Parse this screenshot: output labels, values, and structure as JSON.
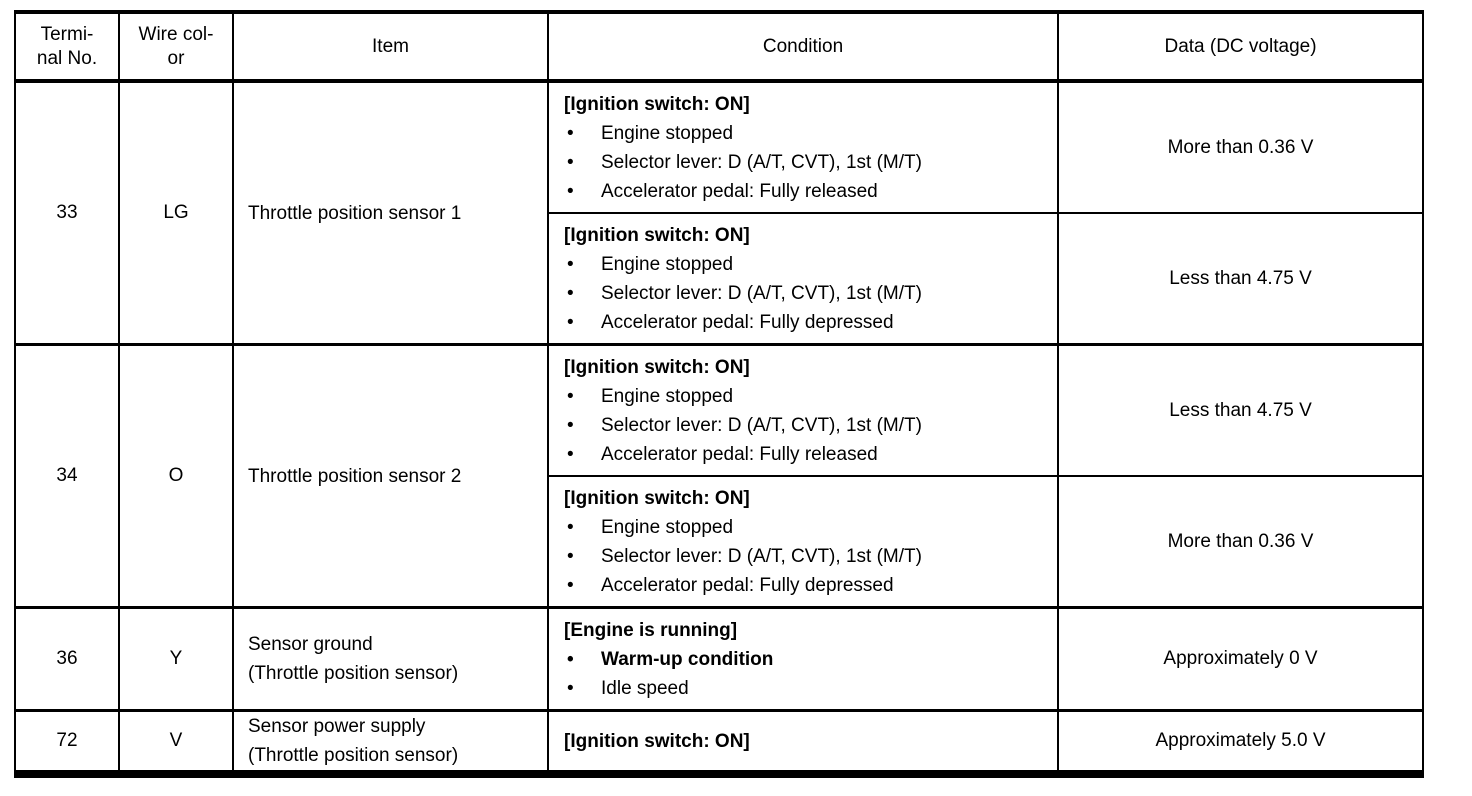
{
  "ui": {
    "bullet": "•"
  },
  "table": {
    "headers": [
      "Termi-\nnal No.",
      "Wire col-\nor",
      "Item",
      "Condition",
      "Data (DC voltage)"
    ],
    "rows": [
      {
        "terminal": "33",
        "wire": "LG",
        "item": "Throttle position sensor 1",
        "conditions": [
          {
            "state": "[Ignition switch: ON]",
            "bullets": [
              "Engine stopped",
              "Selector lever: D (A/T, CVT), 1st (M/T)",
              "Accelerator pedal: Fully released"
            ],
            "data": "More than 0.36 V"
          },
          {
            "state": "[Ignition switch: ON]",
            "bullets": [
              "Engine stopped",
              "Selector lever: D (A/T, CVT), 1st (M/T)",
              "Accelerator pedal: Fully depressed"
            ],
            "data": "Less than 4.75 V"
          }
        ]
      },
      {
        "terminal": "34",
        "wire": "O",
        "item": "Throttle position sensor 2",
        "conditions": [
          {
            "state": "[Ignition switch: ON]",
            "bullets": [
              "Engine stopped",
              "Selector lever: D (A/T, CVT), 1st (M/T)",
              "Accelerator pedal: Fully released"
            ],
            "data": "Less than 4.75 V"
          },
          {
            "state": "[Ignition switch: ON]",
            "bullets": [
              "Engine stopped",
              "Selector lever: D (A/T, CVT), 1st (M/T)",
              "Accelerator pedal: Fully depressed"
            ],
            "data": "More than 0.36 V"
          }
        ]
      },
      {
        "terminal": "36",
        "wire": "Y",
        "item": "Sensor ground\n(Throttle position sensor)",
        "conditions": [
          {
            "state": "[Engine is running]",
            "bullets": [
              "Warm-up condition",
              "Idle speed"
            ],
            "data": "Approximately 0 V"
          }
        ]
      },
      {
        "terminal": "72",
        "wire": "V",
        "item": "Sensor power supply\n(Throttle position sensor)",
        "conditions": [
          {
            "state": "[Ignition switch: ON]",
            "bullets": [],
            "data": "Approximately 5.0 V"
          }
        ]
      }
    ]
  }
}
